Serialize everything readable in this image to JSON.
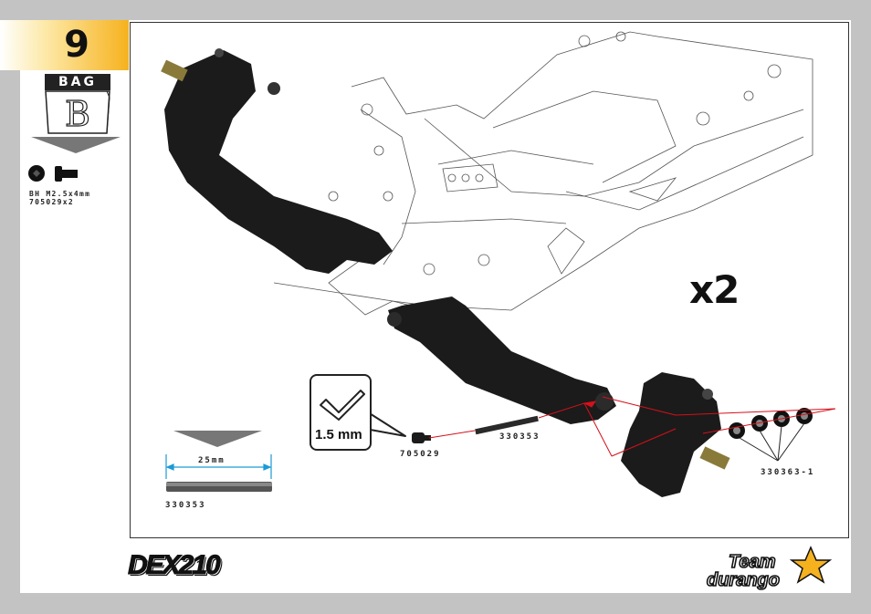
{
  "step": {
    "number": "9"
  },
  "bag": {
    "label": "BAG",
    "letter": "B"
  },
  "hardware": {
    "name": "BH M2.5x4mm",
    "code": "705029x2"
  },
  "multiplier": "x2",
  "tool": {
    "size": "1.5 mm"
  },
  "parts": {
    "screw": "705029",
    "pin": "330353",
    "shims": "330363-1",
    "pin_detail": "330353"
  },
  "measure": {
    "length": "25mm"
  },
  "logos": {
    "dex": "DEX210",
    "team": "Team",
    "durango": "durango"
  },
  "colors": {
    "accent": "#f6b21e",
    "leader": "#d4101a",
    "measure": "#1a9ad6",
    "part": "#1b1b1b"
  }
}
